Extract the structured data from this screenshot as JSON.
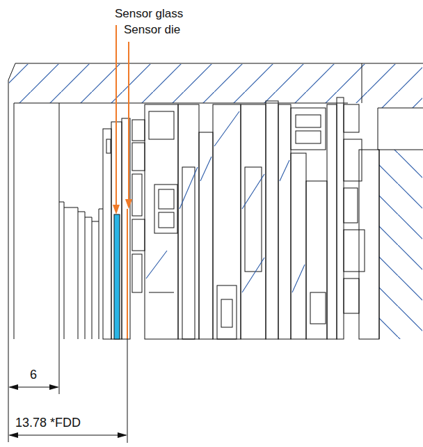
{
  "diagram": {
    "labels": [
      "Sensor glass",
      "Sensor die",
      "6",
      "13.78 *FDD"
    ]
  }
}
